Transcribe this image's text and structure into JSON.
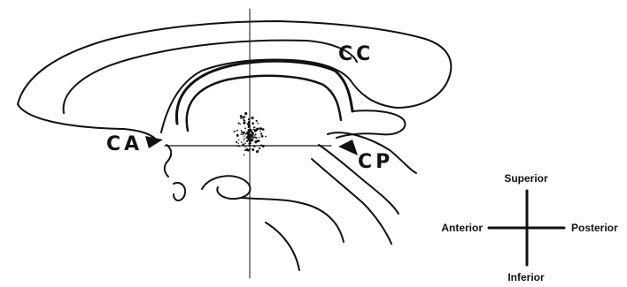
{
  "diagram": {
    "labels": {
      "cc": "CC",
      "ca": "CA",
      "cp": "CP"
    },
    "orientation": {
      "superior": "Superior",
      "inferior": "Inferior",
      "anterior": "Anterior",
      "posterior": "Posterior"
    },
    "colors": {
      "ink": "#111111",
      "background": "#ffffff"
    }
  }
}
